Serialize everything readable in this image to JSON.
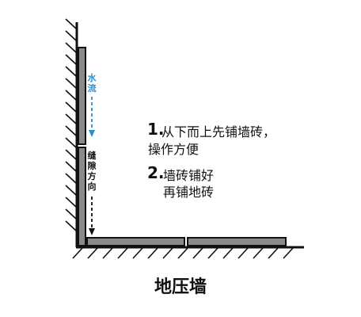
{
  "labels": {
    "water_flow": "水流",
    "joint_direction": "缝隙方向",
    "step1_number": "1.",
    "step1_line1": "从下而上先铺墙砖，",
    "step1_line2": "操作方便",
    "step2_number": "2.",
    "step2_line1": "墙砖铺好",
    "step2_line2": "再铺地砖",
    "caption": "地压墙"
  },
  "colors": {
    "water_flow": "#2a8fd0",
    "ink": "#111111",
    "tile": "#8a8a8a"
  }
}
